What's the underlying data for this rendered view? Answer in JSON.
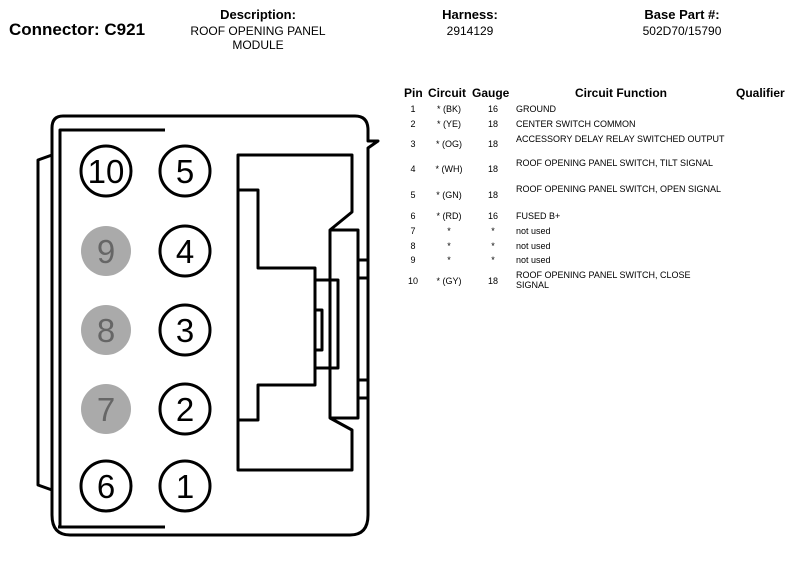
{
  "header": {
    "connector_label": "Connector: C921",
    "description_label": "Description:",
    "description_value": "ROOF OPENING PANEL MODULE",
    "harness_label": "Harness:",
    "harness_value": "2914129",
    "base_part_label": "Base Part #:",
    "base_part_value": "502D70/15790"
  },
  "table": {
    "headers": {
      "pin": "Pin",
      "circuit": "Circuit",
      "gauge": "Gauge",
      "function": "Circuit Function",
      "qualifier": "Qualifier"
    },
    "rows": [
      {
        "pin": "1",
        "circuit": "* (BK)",
        "gauge": "16",
        "function": "GROUND"
      },
      {
        "pin": "2",
        "circuit": "* (YE)",
        "gauge": "18",
        "function": "CENTER SWITCH COMMON"
      },
      {
        "pin": "3",
        "circuit": "* (OG)",
        "gauge": "18",
        "function": "ACCESSORY DELAY RELAY SWITCHED OUTPUT"
      },
      {
        "pin": "4",
        "circuit": "* (WH)",
        "gauge": "18",
        "function": "ROOF OPENING PANEL SWITCH, TILT SIGNAL"
      },
      {
        "pin": "5",
        "circuit": "* (GN)",
        "gauge": "18",
        "function": "ROOF OPENING PANEL SWITCH, OPEN SIGNAL"
      },
      {
        "pin": "6",
        "circuit": "* (RD)",
        "gauge": "16",
        "function": "FUSED B+"
      },
      {
        "pin": "7",
        "circuit": "*",
        "gauge": "*",
        "function": "not used"
      },
      {
        "pin": "8",
        "circuit": "*",
        "gauge": "*",
        "function": "not used"
      },
      {
        "pin": "9",
        "circuit": "*",
        "gauge": "*",
        "function": "not used"
      },
      {
        "pin": "10",
        "circuit": "* (GY)",
        "gauge": "18",
        "function": "ROOF OPENING PANEL SWITCH, CLOSE SIGNAL"
      }
    ]
  },
  "connector": {
    "pins": [
      {
        "label": "10",
        "used": true
      },
      {
        "label": "5",
        "used": true
      },
      {
        "label": "9",
        "used": false
      },
      {
        "label": "4",
        "used": true
      },
      {
        "label": "8",
        "used": false
      },
      {
        "label": "3",
        "used": true
      },
      {
        "label": "7",
        "used": false
      },
      {
        "label": "2",
        "used": true
      },
      {
        "label": "6",
        "used": true
      },
      {
        "label": "1",
        "used": true
      }
    ],
    "colors": {
      "outline": "#000000",
      "unused_fill": "#aaaaaa",
      "unused_text": "#666666",
      "used_fill": "#ffffff"
    }
  }
}
